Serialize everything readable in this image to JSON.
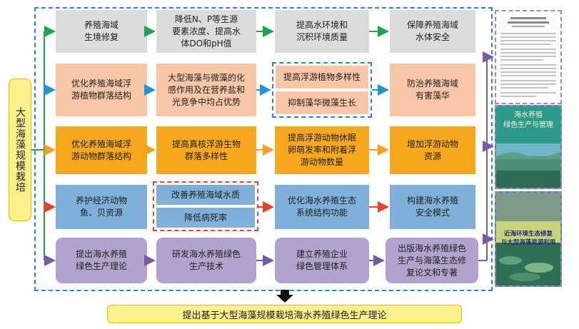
{
  "left_label": "大型海藻规模栽培",
  "rows": [
    {
      "cells": [
        "养殖海域\n生境修复",
        "降低N、P等生源\n要素浓度、提高水\n体DO和pH值",
        "提高水环境和\n沉积环境质量",
        "保障养殖海域\n水体安全"
      ],
      "color": "#1aa84b"
    },
    {
      "cells": [
        "优化养殖海域浮\n游植物群落结构",
        "大型海藻与微藻的化\n感作用及在营养盐和\n光竞争中均占优势",
        "提高浮游植物多样性",
        "抑制藻华微藻生长",
        "防治养殖海域\n有害藻华"
      ],
      "color": "#1f95d6"
    },
    {
      "cells": [
        "优化养殖海域浮\n游动物群落结构",
        "提高真核浮游生物\n群落多样性",
        "提高浮游动物休眠\n卵萌发率和附着浮\n游动物数量",
        "增加浮游动物\n资源"
      ],
      "color": "#f5a01e"
    },
    {
      "cells": [
        "养护经济动物\n鱼、贝资源",
        "改善养殖海域水质",
        "降低病死率",
        "优化海水养殖生态\n系统结构功能",
        "构建海水养殖\n安全模式"
      ],
      "color": "#e2432a"
    },
    {
      "cells": [
        "提出海水养殖\n绿色生产理论",
        "研发海水养殖绿色\n生产技术",
        "建立养殖企业\n绿色管理体系",
        "出版海水养殖绿色\n生产与海藻生态修\n复论文和专著"
      ],
      "color": "#7a5aa8"
    }
  ],
  "books": {
    "book2_title": "海水养殖\n绿色生产与管理",
    "book3_title": "近海环境生态修复\n与大型海藻资源利用"
  },
  "bottom_label": "提出基于大型海藻规模栽培海水养殖绿色生产理论"
}
